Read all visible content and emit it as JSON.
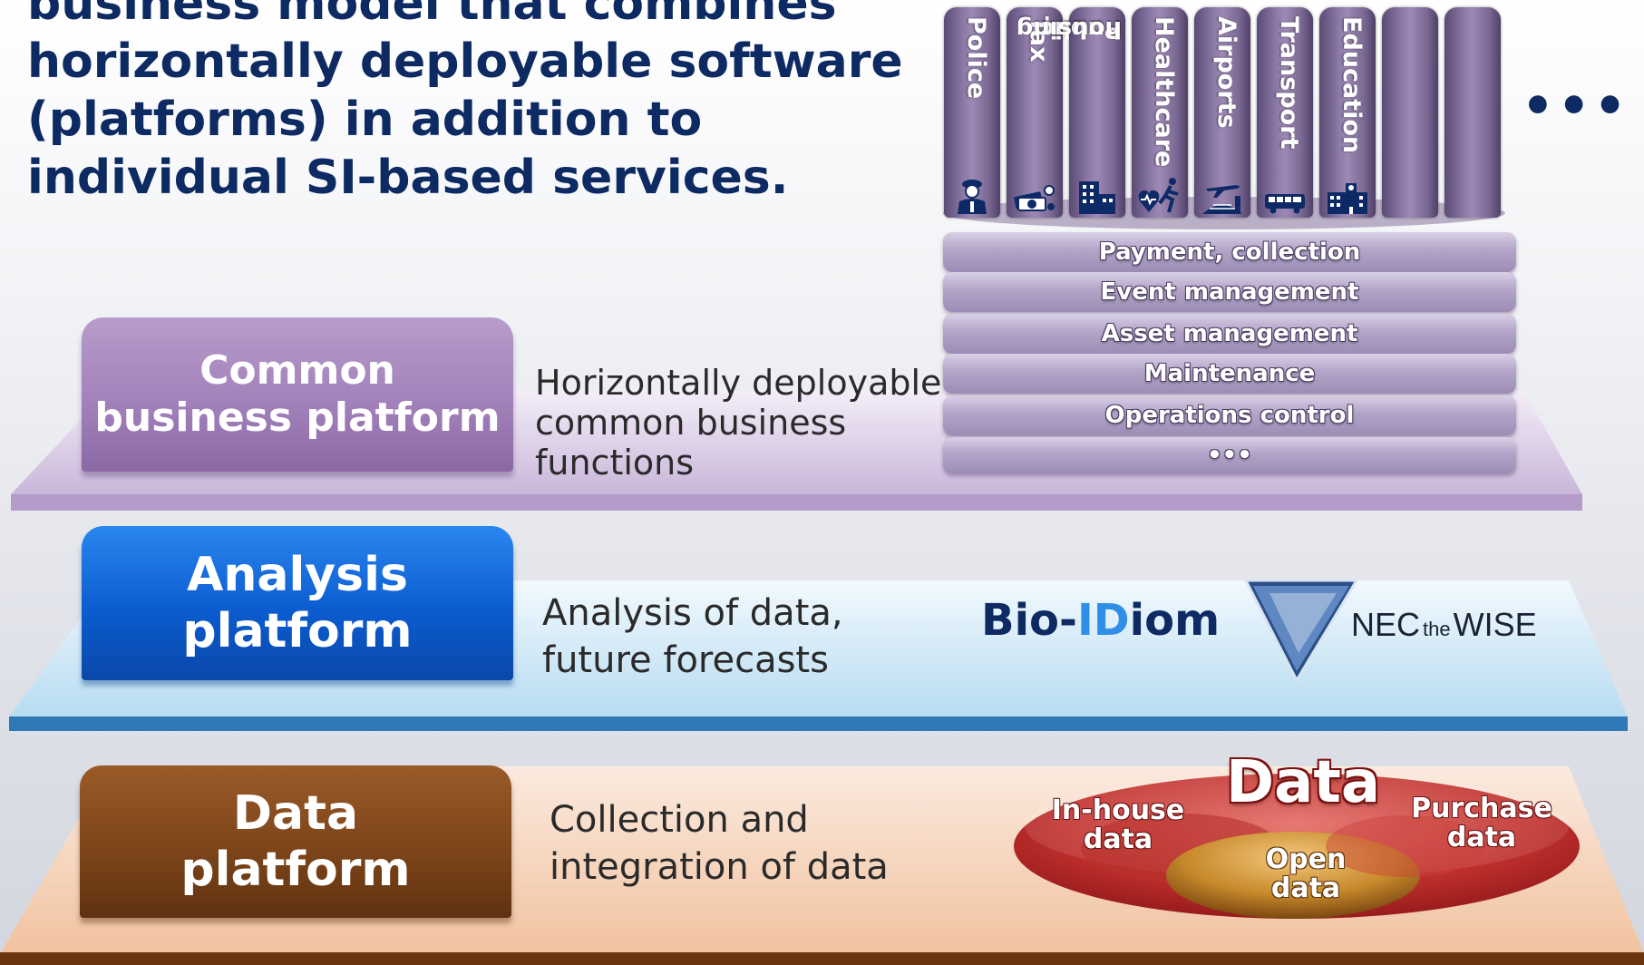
{
  "headline": {
    "lines": [
      "business model that combines",
      "horizontally deployable software",
      "(platforms) in addition to",
      "individual SI-based services."
    ]
  },
  "verticals": [
    {
      "label": "Police",
      "icon": "police-officer-icon"
    },
    {
      "label": "Tax",
      "icon": "money-icon"
    },
    {
      "label_lines": [
        "Public",
        "housing"
      ],
      "icon": "apartment-building-icon"
    },
    {
      "label": "Healthcare",
      "icon": "heartbeat-runner-icon"
    },
    {
      "label": "Airports",
      "icon": "airplane-icon"
    },
    {
      "label": "Transport",
      "icon": "bus-icon"
    },
    {
      "label": "Education",
      "icon": "school-building-icon"
    },
    {
      "label": ""
    },
    {
      "label": ""
    }
  ],
  "verticals_more": "•••",
  "common_functions": [
    "Payment, collection",
    "Event management",
    "Asset management",
    "Maintenance",
    "Operations control",
    "•••"
  ],
  "layers": {
    "common": {
      "title_lines": [
        "Common",
        "business platform"
      ],
      "desc_lines": [
        "Horizontally deployable",
        "common business",
        "functions"
      ]
    },
    "analysis": {
      "title_lines": [
        "Analysis",
        "platform"
      ],
      "desc_lines": [
        "Analysis of data,",
        "future forecasts"
      ],
      "brand_bio": {
        "part1": "Bio-",
        "part2": "ID",
        "part3": "iom"
      },
      "brand_nec": {
        "part1": "NEC",
        "part2": "the",
        "part3": "WISE"
      }
    },
    "data": {
      "title_lines": [
        "Data",
        "platform"
      ],
      "desc_lines": [
        "Collection and",
        "integration of data"
      ],
      "center": "Data",
      "inhouse_lines": [
        "In-house",
        "data"
      ],
      "purchase_lines": [
        "Purchase",
        "data"
      ],
      "open_lines": [
        "Open",
        "data"
      ]
    }
  },
  "colors": {
    "headline": "#0d2a62",
    "common": "#a384bb",
    "analysis": "#0b58c9",
    "data": "#7a4318",
    "data_red": "#b52626"
  }
}
